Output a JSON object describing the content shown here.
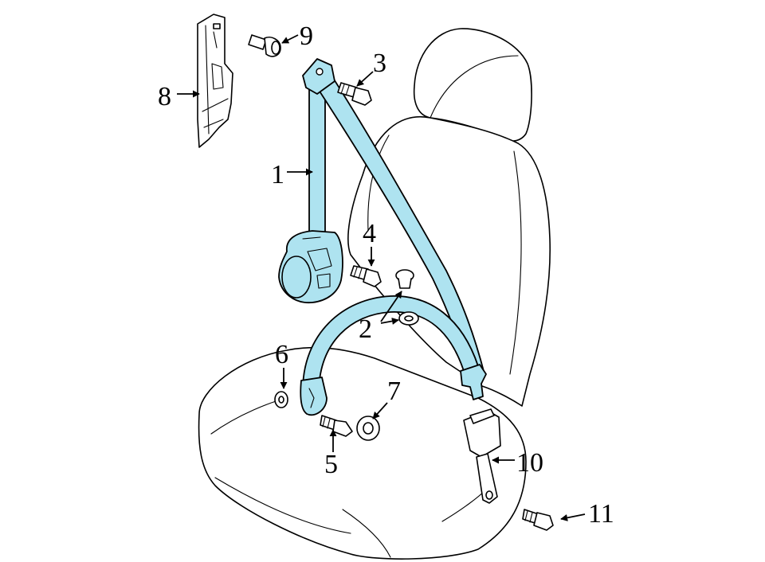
{
  "colors": {
    "belt_fill": "#aee3f0",
    "line": "#000000",
    "background": "#ffffff"
  },
  "callouts": [
    {
      "id": "1",
      "label": "1"
    },
    {
      "id": "2",
      "label": "2"
    },
    {
      "id": "3",
      "label": "3"
    },
    {
      "id": "4",
      "label": "4"
    },
    {
      "id": "5",
      "label": "5"
    },
    {
      "id": "6",
      "label": "6"
    },
    {
      "id": "7",
      "label": "7"
    },
    {
      "id": "8",
      "label": "8"
    },
    {
      "id": "9",
      "label": "9"
    },
    {
      "id": "10",
      "label": "10"
    },
    {
      "id": "11",
      "label": "11"
    }
  ]
}
